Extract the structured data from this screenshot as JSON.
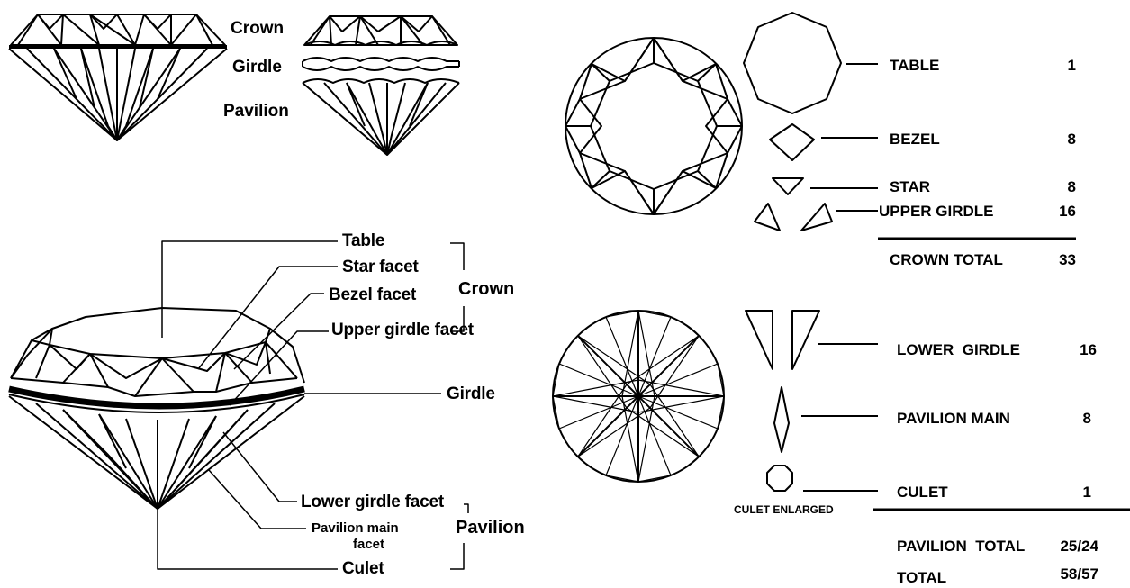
{
  "profile_labels": {
    "crown": "Crown",
    "girdle": "Girdle",
    "pavilion": "Pavilion"
  },
  "anatomy_callouts": {
    "table": "Table",
    "star_facet": "Star facet",
    "bezel_facet": "Bezel facet",
    "upper_girdle_facet": "Upper girdle facet",
    "girdle": "Girdle",
    "lower_girdle_facet": "Lower girdle facet",
    "pavilion_main_facet_line1": "Pavilion main",
    "pavilion_main_facet_line2": "facet",
    "culet": "Culet",
    "crown_group": "Crown",
    "pavilion_group": "Pavilion"
  },
  "crown_facets": [
    {
      "name": "TABLE",
      "count": "1",
      "icon": "octagon-table-icon"
    },
    {
      "name": "BEZEL",
      "count": "8",
      "icon": "kite-bezel-icon"
    },
    {
      "name": "STAR",
      "count": "8",
      "icon": "triangle-star-icon"
    },
    {
      "name": "UPPER GIRDLE",
      "count": "16",
      "icon": "upper-girdle-pair-icon"
    }
  ],
  "crown_total": {
    "label": "CROWN TOTAL",
    "count": "33"
  },
  "pavilion_facets": [
    {
      "name": "LOWER  GIRDLE",
      "count": "16",
      "icon": "lower-girdle-pair-icon"
    },
    {
      "name": "PAVILION MAIN",
      "count": "8",
      "icon": "pavilion-main-icon"
    },
    {
      "name": "CULET",
      "count": "1",
      "icon": "culet-octagon-icon"
    }
  ],
  "culet_enlarged": "CULET ENLARGED",
  "pavilion_total": {
    "label": "PAVILION  TOTAL",
    "count": "25/24"
  },
  "total": {
    "label": "TOTAL",
    "count": "58/57"
  }
}
